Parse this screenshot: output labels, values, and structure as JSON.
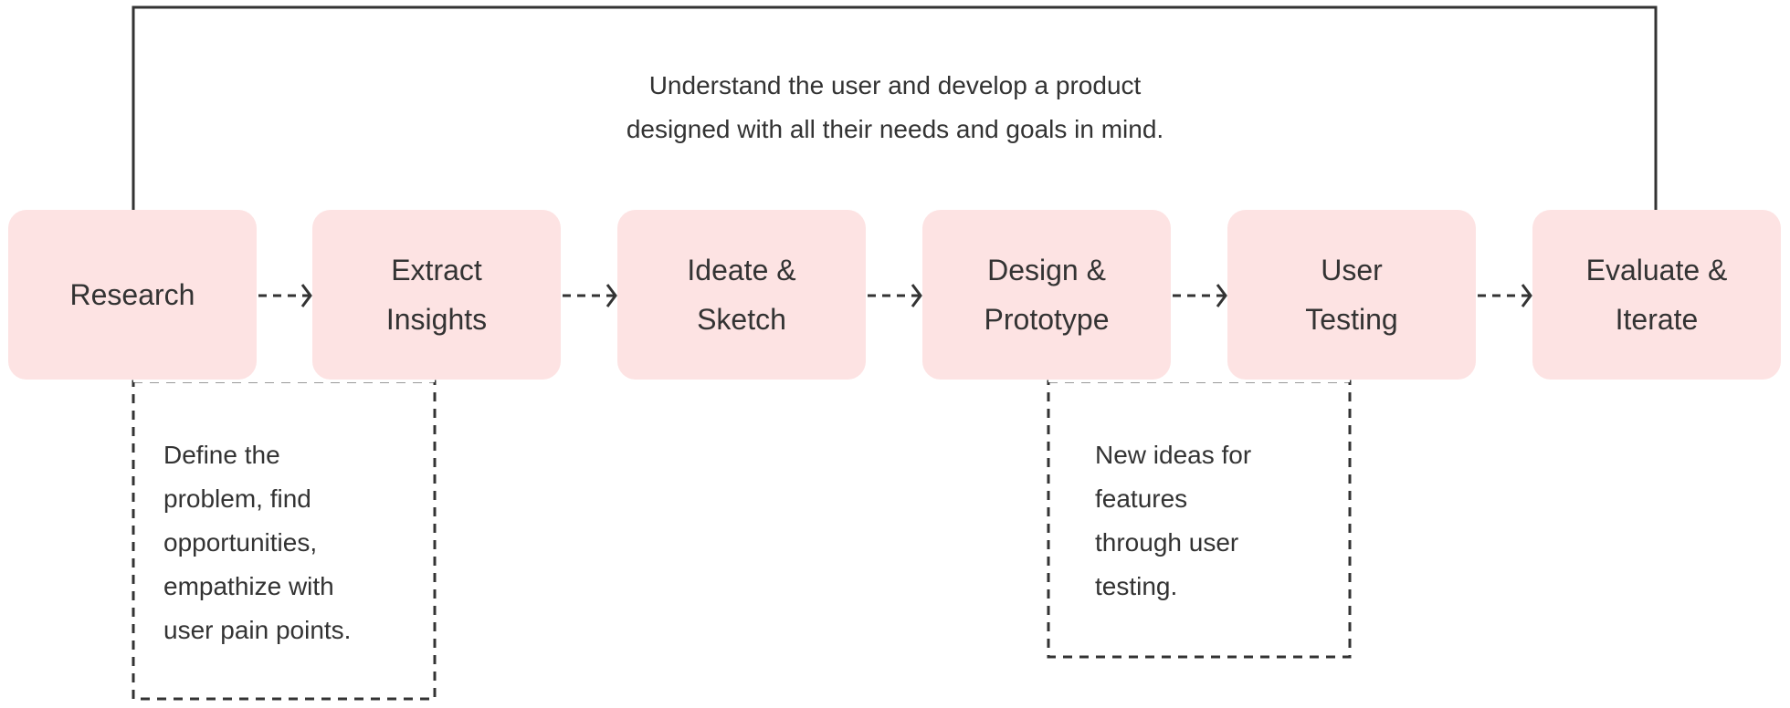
{
  "summary": {
    "line1": "Understand the user and develop a product",
    "line2": "designed with all their needs and goals in mind."
  },
  "steps": [
    {
      "lines": [
        "Research"
      ]
    },
    {
      "lines": [
        "Extract",
        "Insights"
      ]
    },
    {
      "lines": [
        "Ideate &",
        "Sketch"
      ]
    },
    {
      "lines": [
        "Design &",
        "Prototype"
      ]
    },
    {
      "lines": [
        "User",
        "Testing"
      ]
    },
    {
      "lines": [
        "Evaluate &",
        "Iterate"
      ]
    }
  ],
  "notes": {
    "left": [
      "Define the",
      "problem, find",
      "opportunities,",
      "empathize with",
      "user pain points."
    ],
    "right": [
      "New ideas for",
      "features",
      "through user",
      "testing."
    ]
  },
  "colors": {
    "box": "#fde3e3",
    "text": "#333333",
    "line": "#333333"
  }
}
